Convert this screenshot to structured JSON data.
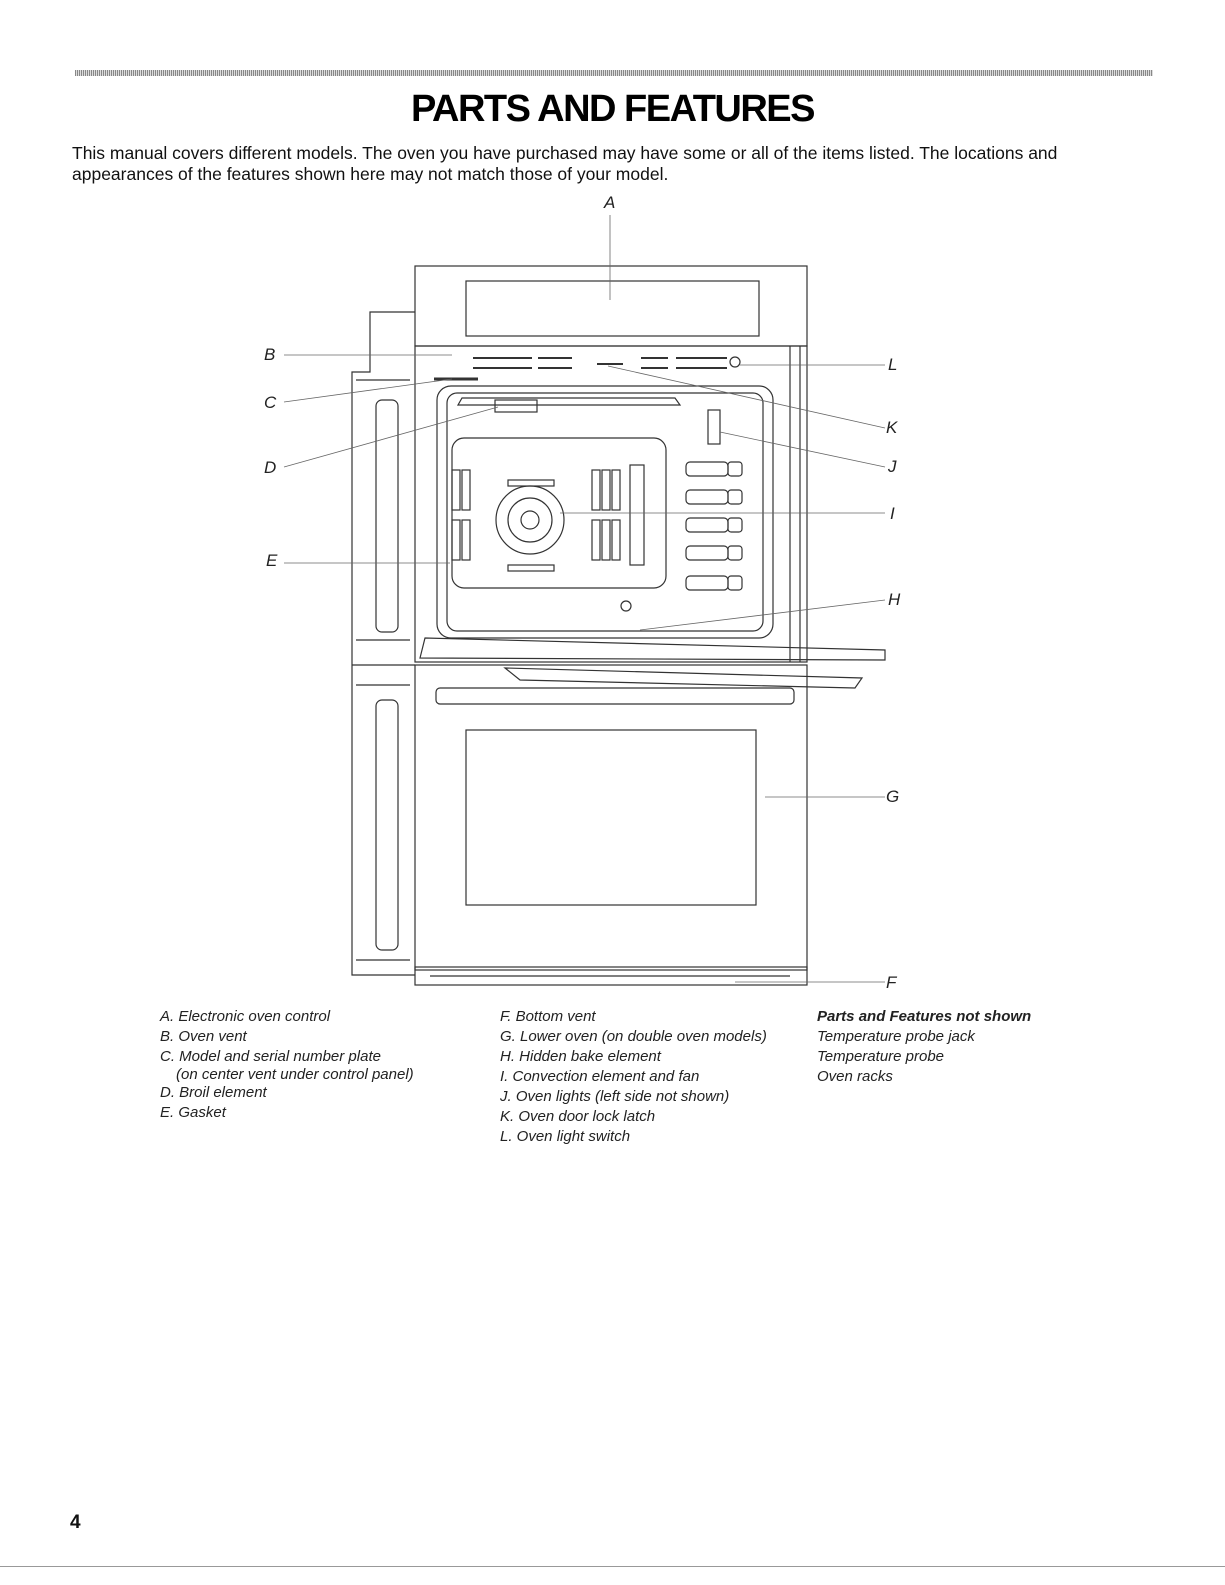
{
  "page": {
    "title": "PARTS AND FEATURES",
    "intro": "This manual covers different models. The oven you have purchased may have some or all of the items listed. The locations and appearances of the features shown here may not match those of your model.",
    "page_number": "4"
  },
  "callouts": [
    "A",
    "B",
    "C",
    "D",
    "E",
    "F",
    "G",
    "H",
    "I",
    "J",
    "K",
    "L"
  ],
  "legend_col1": [
    "A. Electronic oven control",
    "B. Oven vent",
    "C. Model and serial number plate",
    "(on center vent under control panel)",
    "D. Broil element",
    "E. Gasket"
  ],
  "legend_col2": [
    "F. Bottom vent",
    "G. Lower oven (on double oven models)",
    "H. Hidden bake element",
    "I. Convection element and fan",
    "J. Oven lights (left side not shown)",
    "K. Oven door lock latch",
    "L. Oven light switch"
  ],
  "not_shown": {
    "heading": "Parts and Features not shown",
    "items": [
      "Temperature probe jack",
      "Temperature probe",
      "Oven racks"
    ]
  }
}
